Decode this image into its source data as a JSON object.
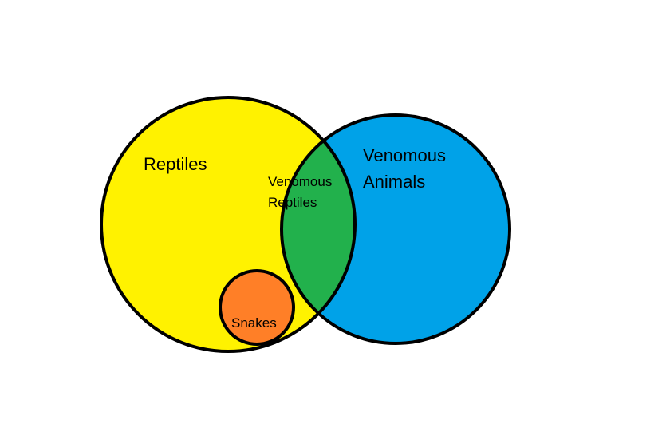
{
  "sets": {
    "reptiles": {
      "label": "Reptiles",
      "color": "#fff200"
    },
    "venomous_animals": {
      "label_lines": [
        "Venomous",
        "Animals"
      ],
      "color": "#00a2e8"
    },
    "snakes": {
      "label": "Snakes",
      "color": "#ff7f27"
    }
  },
  "overlaps": {
    "venomous_reptiles": {
      "label_lines": [
        "Venomous",
        "Reptiles"
      ],
      "color": "#22b14c"
    },
    "venomous_snakes": {
      "color": "#b97a57"
    }
  },
  "outline_color": "#000000"
}
